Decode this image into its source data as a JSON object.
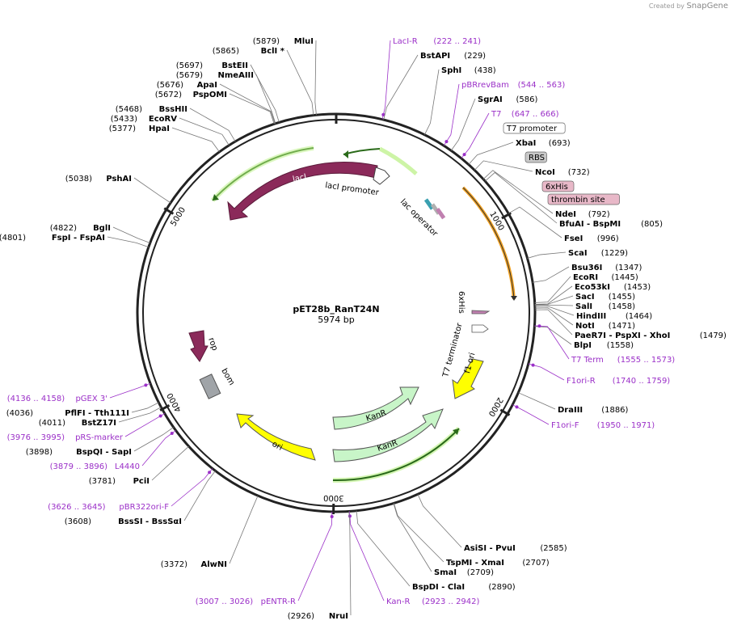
{
  "credit": {
    "prefix": "Created by",
    "brand": "SnapGene"
  },
  "plasmid": {
    "name": "pET28b_RanT24N",
    "size": "5974 bp"
  },
  "ticks": [
    "1000",
    "2000",
    "3000",
    "4000",
    "5000"
  ],
  "features": {
    "lacI": "lacI",
    "lacI_promoter": "lacI promoter",
    "lac_operator": "lac operator",
    "rop": "rop",
    "bom": "bom",
    "ori": "ori",
    "kanR1": "KanR",
    "kanR2": "KanR",
    "f1ori": "f1 ori",
    "t7term": "T7 terminator",
    "his6": "6xHis"
  },
  "right_labels": [
    {
      "kind": "primer",
      "name": "LacI-R",
      "pos": "(222 .. 241)"
    },
    {
      "kind": "site",
      "name": "BstAPI",
      "pos": "(229)"
    },
    {
      "kind": "site",
      "name": "SphI",
      "pos": "(438)"
    },
    {
      "kind": "primer",
      "name": "pBRrevBam",
      "pos": "(544 .. 563)"
    },
    {
      "kind": "site",
      "name": "SgrAI",
      "pos": "(586)"
    },
    {
      "kind": "primer",
      "name": "T7",
      "pos": "(647 .. 666)"
    },
    {
      "kind": "box",
      "name": "T7 promoter",
      "pos": ""
    },
    {
      "kind": "site",
      "name": "XbaI",
      "pos": "(693)"
    },
    {
      "kind": "box",
      "name": "RBS",
      "pos": ""
    },
    {
      "kind": "site",
      "name": "NcoI",
      "pos": "(732)"
    },
    {
      "kind": "box",
      "name": "6xHis",
      "pos": ""
    },
    {
      "kind": "box",
      "name": "thrombin site",
      "pos": ""
    },
    {
      "kind": "site",
      "name": "NdeI",
      "pos": "(792)"
    },
    {
      "kind": "site",
      "name": "BfuAI - BspMI",
      "pos": "(805)"
    },
    {
      "kind": "site",
      "name": "FseI",
      "pos": "(996)"
    },
    {
      "kind": "site",
      "name": "ScaI",
      "pos": "(1229)"
    },
    {
      "kind": "site",
      "name": "Bsu36I",
      "pos": "(1347)"
    },
    {
      "kind": "site",
      "name": "EcoRI",
      "pos": "(1445)"
    },
    {
      "kind": "site",
      "name": "Eco53kI",
      "pos": "(1453)"
    },
    {
      "kind": "site",
      "name": "SacI",
      "pos": "(1455)"
    },
    {
      "kind": "site",
      "name": "SalI",
      "pos": "(1458)"
    },
    {
      "kind": "site",
      "name": "HindIII",
      "pos": "(1464)"
    },
    {
      "kind": "site",
      "name": "NotI",
      "pos": "(1471)"
    },
    {
      "kind": "site",
      "name": "PaeR7I - PspXI - XhoI",
      "pos": "(1479)"
    },
    {
      "kind": "site",
      "name": "BlpI",
      "pos": "(1558)"
    },
    {
      "kind": "primer",
      "name": "T7 Term",
      "pos": "(1555 .. 1573)"
    },
    {
      "kind": "primer",
      "name": "F1ori-R",
      "pos": "(1740 .. 1759)"
    },
    {
      "kind": "site",
      "name": "DraIII",
      "pos": "(1886)"
    },
    {
      "kind": "primer",
      "name": "F1ori-F",
      "pos": "(1950 .. 1971)"
    },
    {
      "kind": "site",
      "name": "AsiSI - PvuI",
      "pos": "(2585)"
    },
    {
      "kind": "site",
      "name": "TspMI - XmaI",
      "pos": "(2707)"
    },
    {
      "kind": "site",
      "name": "SmaI",
      "pos": "(2709)"
    },
    {
      "kind": "site",
      "name": "BspDI - ClaI",
      "pos": "(2890)"
    },
    {
      "kind": "primer",
      "name": "Kan-R",
      "pos": "(2923 .. 2942)"
    }
  ],
  "left_labels": [
    {
      "kind": "site",
      "name": "MluI",
      "pos": "(5879)"
    },
    {
      "kind": "site",
      "name": "BclI *",
      "pos": "(5865)"
    },
    {
      "kind": "site",
      "name": "BstEII",
      "pos": "(5697)"
    },
    {
      "kind": "site",
      "name": "NmeAIII",
      "pos": "(5679)"
    },
    {
      "kind": "site",
      "name": "ApaI",
      "pos": "(5676)"
    },
    {
      "kind": "site",
      "name": "PspOMI",
      "pos": "(5672)"
    },
    {
      "kind": "site",
      "name": "BssHII",
      "pos": "(5468)"
    },
    {
      "kind": "site",
      "name": "EcoRV",
      "pos": "(5433)"
    },
    {
      "kind": "site",
      "name": "HpaI",
      "pos": "(5377)"
    },
    {
      "kind": "site",
      "name": "PshAI",
      "pos": "(5038)"
    },
    {
      "kind": "site",
      "name": "BglI",
      "pos": "(4822)"
    },
    {
      "kind": "site",
      "name": "FspI - FspAI",
      "pos": "(4801)"
    },
    {
      "kind": "primer",
      "name": "pGEX 3'",
      "pos": "(4136 .. 4158)"
    },
    {
      "kind": "site",
      "name": "PflFI - Tth111I",
      "pos": "(4036)"
    },
    {
      "kind": "site",
      "name": "BstZ17I",
      "pos": "(4011)"
    },
    {
      "kind": "primer",
      "name": "pRS-marker",
      "pos": "(3976 .. 3995)"
    },
    {
      "kind": "site",
      "name": "BspQI - SapI",
      "pos": "(3898)"
    },
    {
      "kind": "primer",
      "name": "L4440",
      "pos": "(3879 .. 3896)"
    },
    {
      "kind": "site",
      "name": "PciI",
      "pos": "(3781)"
    },
    {
      "kind": "primer",
      "name": "pBR322ori-F",
      "pos": "(3626 .. 3645)"
    },
    {
      "kind": "site",
      "name": "BssSI - BssSαI",
      "pos": "(3608)"
    },
    {
      "kind": "site",
      "name": "AlwNI",
      "pos": "(3372)"
    },
    {
      "kind": "primer",
      "name": "pENTR-R",
      "pos": "(3007 .. 3026)"
    },
    {
      "kind": "site",
      "name": "NruI",
      "pos": "(2926)"
    }
  ],
  "colors": {
    "backbone": "#222222",
    "lacI": "#8b2a5a",
    "ori": "#ffff00",
    "kanR": "#c8f5c8",
    "promoter": "#ffffff",
    "primer": "#9b30c8",
    "bom": "#a0a4a8",
    "orf_highlight": "#f0a020"
  }
}
